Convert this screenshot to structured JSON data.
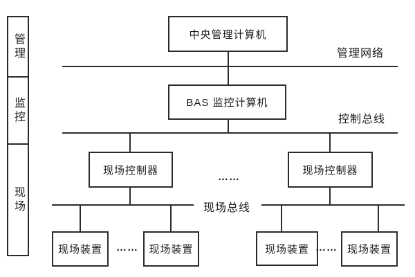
{
  "sidebar": {
    "items": [
      {
        "label": "管理"
      },
      {
        "label": "监控"
      },
      {
        "label": "现场"
      }
    ]
  },
  "diagram": {
    "central_computer": "中央管理计算机",
    "bas_computer": "BAS 监控计算机",
    "controller_left": "现场控制器",
    "controller_right": "现场控制器",
    "device_1": "现场装置",
    "device_2": "现场装置",
    "device_3": "现场装置",
    "device_4": "现场装置",
    "bus_management_label": "管理网络",
    "bus_control_label": "控制总线",
    "bus_field_label": "现场总线",
    "ellipsis_controllers": "……",
    "ellipsis_devices_left": "……",
    "ellipsis_devices_right": "……"
  },
  "colors": {
    "line": "#2b2b2b",
    "text": "#1a1a1a",
    "background": "#ffffff"
  }
}
